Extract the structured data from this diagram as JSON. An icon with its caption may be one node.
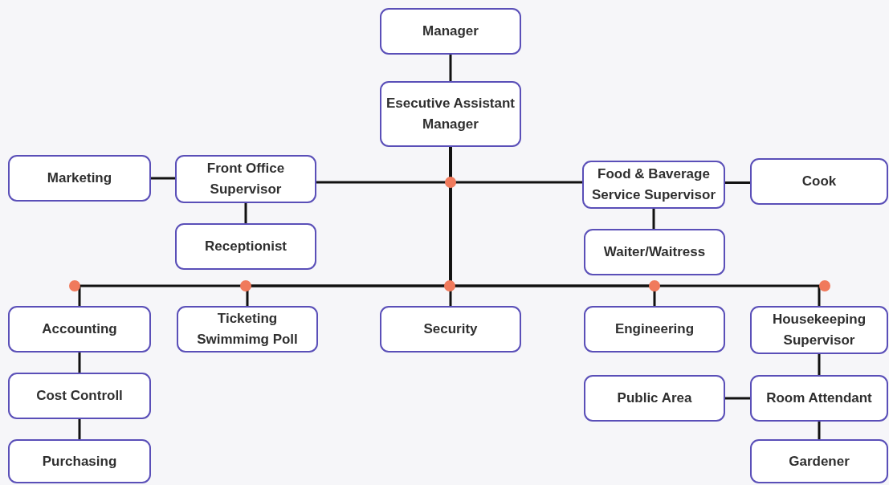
{
  "diagram": {
    "nodes": [
      {
        "text": [
          "Manager"
        ]
      },
      {
        "text": [
          "Esecutive Assistant Manager"
        ]
      },
      {
        "text": [
          "Marketing"
        ]
      },
      {
        "text": [
          "Front Office Supervisor"
        ]
      },
      {
        "text": [
          "Receptionist"
        ]
      },
      {
        "text": [
          "Food & Baverage Service Supervisor"
        ]
      },
      {
        "text": [
          "Cook"
        ]
      },
      {
        "text": [
          "Waiter/Waitress"
        ]
      },
      {
        "text": [
          "Accounting"
        ]
      },
      {
        "text": [
          "Ticketing Swimmimg Poll"
        ]
      },
      {
        "text": [
          "Security"
        ]
      },
      {
        "text": [
          "Engineering"
        ]
      },
      {
        "text": [
          "Housekeeping Supervisor"
        ]
      },
      {
        "text": [
          "Cost Controll"
        ]
      },
      {
        "text": [
          "Public Area"
        ]
      },
      {
        "text": [
          "Room Attendant"
        ]
      },
      {
        "text": [
          "Purchasing"
        ]
      },
      {
        "text": [
          "Gardener"
        ]
      }
    ],
    "edges": [
      {
        "from": 0,
        "to": 1,
        "arrow": "none"
      },
      {
        "from": 1,
        "to": 3,
        "arrow": "none"
      },
      {
        "from": 1,
        "to": 5,
        "arrow": "none"
      },
      {
        "from": 3,
        "to": 2,
        "arrow": "none"
      },
      {
        "from": 3,
        "to": 4,
        "arrow": "none"
      },
      {
        "from": 5,
        "to": 6,
        "arrow": "none"
      },
      {
        "from": 5,
        "to": 7,
        "arrow": "none"
      },
      {
        "from": 1,
        "to": 8,
        "arrow": "none"
      },
      {
        "from": 1,
        "to": 9,
        "arrow": "none"
      },
      {
        "from": 1,
        "to": 10,
        "arrow": "none"
      },
      {
        "from": 1,
        "to": 11,
        "arrow": "none"
      },
      {
        "from": 1,
        "to": 12,
        "arrow": "none"
      },
      {
        "from": 8,
        "to": 13,
        "arrow": "none"
      },
      {
        "from": 13,
        "to": 16,
        "arrow": "none"
      },
      {
        "from": 12,
        "to": 15,
        "arrow": "none"
      },
      {
        "from": 15,
        "to": 14,
        "arrow": "none"
      },
      {
        "from": 15,
        "to": 17,
        "arrow": "none"
      }
    ]
  }
}
